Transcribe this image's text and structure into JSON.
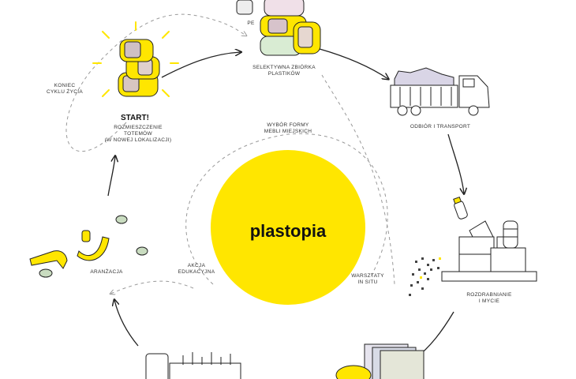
{
  "center": {
    "title": "plastopia",
    "color": "#FFE600"
  },
  "start_label": "START!",
  "labels": {
    "pe": "PE",
    "collection": [
      "SELEKTYWNA ZBIÓRKA",
      "PLASTIKÓW"
    ],
    "transport": [
      "ODBIÓR I TRANSPORT"
    ],
    "shredding": [
      "ROZDRABNIANIE",
      "I MYCIE"
    ],
    "workshops": [
      "WARSZTATY",
      "IN SITU"
    ],
    "education": [
      "AKCJA",
      "EDUKACYJNA"
    ],
    "form": [
      "WYBÓR FORMY",
      "MEBLI MIEJSKICH"
    ],
    "arrangement": [
      "ARANŻACJA"
    ],
    "start_desc": [
      "ROZMIESZCZENIE",
      "TOTEMÓW",
      "(W NOWEJ LOKALIZACJI)"
    ],
    "end_cycle": [
      "KONIEC",
      "CYKLU ŻYCIA"
    ]
  },
  "colors": {
    "accent": "#FFE600",
    "line": "#222222",
    "dashed": "#999999",
    "green": "#C9DCC0"
  },
  "icons": [
    "sunburst-icon",
    "totem-icon",
    "truck-icon",
    "shredder-icon",
    "pellets-icon",
    "plastic-sheets-icon",
    "machine-icon",
    "bench-pieces-icon",
    "bottle-icon"
  ]
}
